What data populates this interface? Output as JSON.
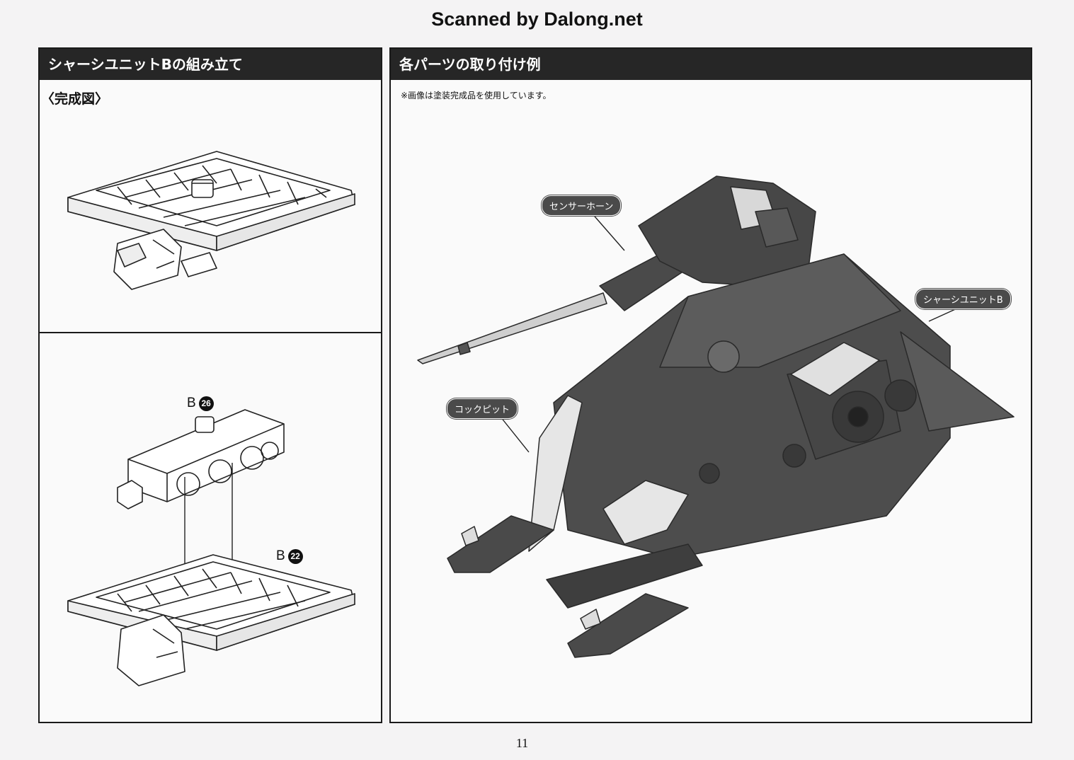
{
  "watermark": "Scanned by Dalong.net",
  "left_panel": {
    "header": "シャーシユニットBの組み立て",
    "completed_label": "〈完成図〉",
    "parts": [
      {
        "letter": "B",
        "number": "26"
      },
      {
        "letter": "B",
        "number": "22"
      }
    ]
  },
  "right_panel": {
    "header": "各パーツの取り付け例",
    "note": "※画像は塗装完成品を使用しています。",
    "callouts": {
      "sensor_horn": "センサーホーン",
      "chassis_unit": "シャーシユニットB",
      "cockpit": "コックピット"
    }
  },
  "page_number": "11"
}
